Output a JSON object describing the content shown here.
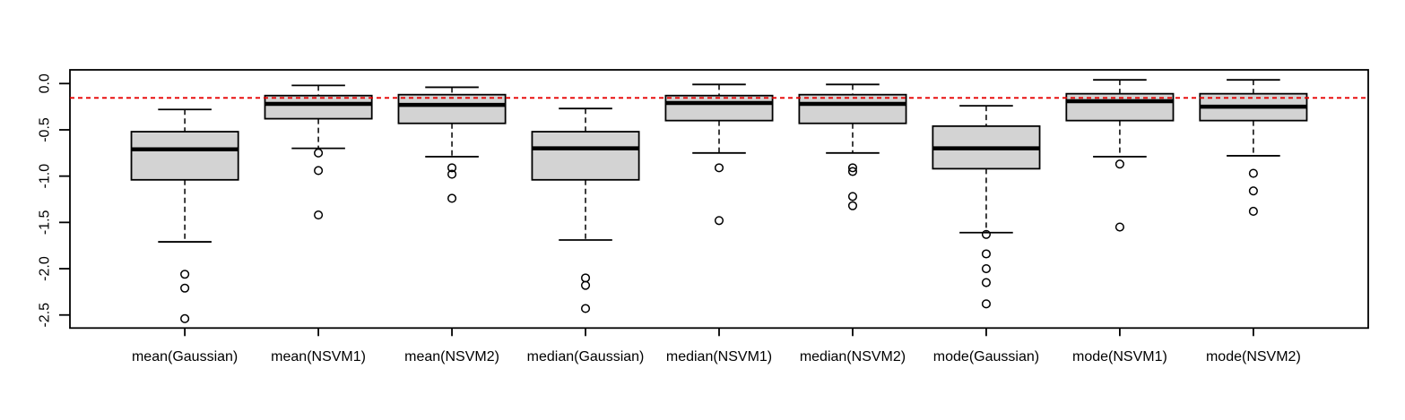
{
  "chart_data": {
    "type": "boxplot",
    "title": "",
    "xlabel": "",
    "ylabel": "",
    "grid": false,
    "legend": null,
    "categories": [
      "mean(Gaussian)",
      "mean(NSVM1)",
      "mean(NSVM2)",
      "median(Gaussian)",
      "median(NSVM1)",
      "median(NSVM2)",
      "mode(Gaussian)",
      "mode(NSVM1)",
      "mode(NSVM2)"
    ],
    "boxes": [
      {
        "category": "mean(Gaussian)",
        "whisker_low": -1.71,
        "q1": -1.04,
        "median": -0.71,
        "q3": -0.52,
        "whisker_high": -0.28,
        "outliers": [
          -2.06,
          -2.21,
          -2.54
        ]
      },
      {
        "category": "mean(NSVM1)",
        "whisker_low": -0.7,
        "q1": -0.38,
        "median": -0.22,
        "q3": -0.13,
        "whisker_high": -0.02,
        "outliers": [
          -0.75,
          -0.94,
          -1.42
        ]
      },
      {
        "category": "mean(NSVM2)",
        "whisker_low": -0.79,
        "q1": -0.43,
        "median": -0.23,
        "q3": -0.12,
        "whisker_high": -0.04,
        "outliers": [
          -0.91,
          -0.98,
          -1.24
        ]
      },
      {
        "category": "median(Gaussian)",
        "whisker_low": -1.69,
        "q1": -1.04,
        "median": -0.7,
        "q3": -0.52,
        "whisker_high": -0.27,
        "outliers": [
          -2.1,
          -2.18,
          -2.43
        ]
      },
      {
        "category": "median(NSVM1)",
        "whisker_low": -0.75,
        "q1": -0.4,
        "median": -0.21,
        "q3": -0.13,
        "whisker_high": -0.01,
        "outliers": [
          -0.91,
          -1.48
        ]
      },
      {
        "category": "median(NSVM2)",
        "whisker_low": -0.75,
        "q1": -0.43,
        "median": -0.22,
        "q3": -0.12,
        "whisker_high": -0.01,
        "outliers": [
          -0.91,
          -0.95,
          -1.22,
          -1.32
        ]
      },
      {
        "category": "mode(Gaussian)",
        "whisker_low": -1.61,
        "q1": -0.92,
        "median": -0.7,
        "q3": -0.46,
        "whisker_high": -0.24,
        "outliers": [
          -1.63,
          -1.84,
          -2.0,
          -2.15,
          -2.38
        ]
      },
      {
        "category": "mode(NSVM1)",
        "whisker_low": -0.79,
        "q1": -0.4,
        "median": -0.19,
        "q3": -0.11,
        "whisker_high": 0.04,
        "outliers": [
          -0.87,
          -1.55
        ]
      },
      {
        "category": "mode(NSVM2)",
        "whisker_low": -0.78,
        "q1": -0.4,
        "median": -0.25,
        "q3": -0.11,
        "whisker_high": 0.04,
        "outliers": [
          -0.97,
          -1.16,
          -1.38
        ]
      }
    ],
    "reference_line": {
      "value": -0.155,
      "color": "#e60000",
      "style": "dashed"
    },
    "y_axis": {
      "tick_values": [
        0,
        -0.5,
        -1.0,
        -1.5,
        -2.0,
        -2.5
      ],
      "tick_labels": [
        "0.0",
        "-0.5",
        "-1.0",
        "-1.5",
        "-2.0",
        "-2.5"
      ]
    },
    "ylim": [
      -2.641,
      0.148
    ],
    "colors": {
      "box_fill": "#d3d3d3",
      "line": "#000000",
      "background": "#ffffff"
    }
  }
}
